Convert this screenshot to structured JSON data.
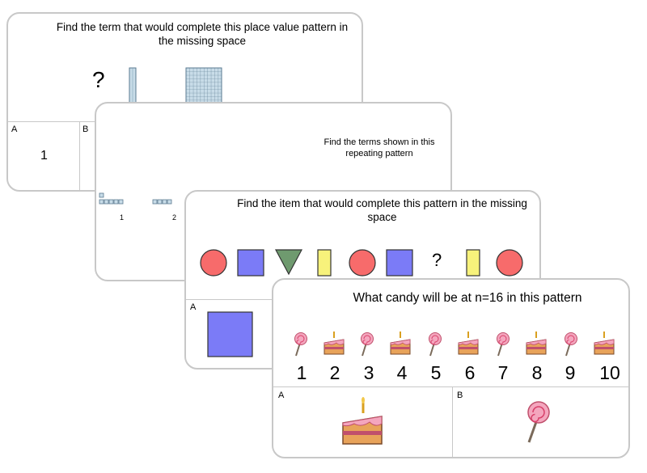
{
  "card1": {
    "question": "Find the term that would complete this place value pattern in the missing space",
    "missing_mark": "?",
    "options": [
      {
        "label": "A",
        "value": "1"
      },
      {
        "label": "B"
      }
    ]
  },
  "card2": {
    "question": "Find the terms shown in this repeating pattern",
    "term_numbers": [
      "1",
      "2"
    ]
  },
  "card3": {
    "question": "Find the item that would complete this pattern in the missing space",
    "shapes": [
      "red-circle",
      "blue-square",
      "green-triangle",
      "yellow-rectangle",
      "red-circle",
      "blue-square",
      "?",
      "yellow-rectangle",
      "red-circle"
    ],
    "missing_mark": "?",
    "options": [
      {
        "label": "A"
      }
    ],
    "colors": {
      "red": "#f76b6b",
      "blue": "#7b7bf7",
      "green": "#6f9a6f",
      "yellow": "#f7f27b"
    }
  },
  "card4": {
    "question": "What candy will be at n=16 in this pattern",
    "sequence": [
      {
        "item": "lollipop",
        "n": "1"
      },
      {
        "item": "cake",
        "n": "2"
      },
      {
        "item": "lollipop",
        "n": "3"
      },
      {
        "item": "cake",
        "n": "4"
      },
      {
        "item": "lollipop",
        "n": "5"
      },
      {
        "item": "cake",
        "n": "6"
      },
      {
        "item": "lollipop",
        "n": "7"
      },
      {
        "item": "cake",
        "n": "8"
      },
      {
        "item": "lollipop",
        "n": "9"
      },
      {
        "item": "cake",
        "n": "10"
      }
    ],
    "options": [
      {
        "label": "A",
        "item": "cake"
      },
      {
        "label": "B",
        "item": "lollipop"
      }
    ]
  }
}
